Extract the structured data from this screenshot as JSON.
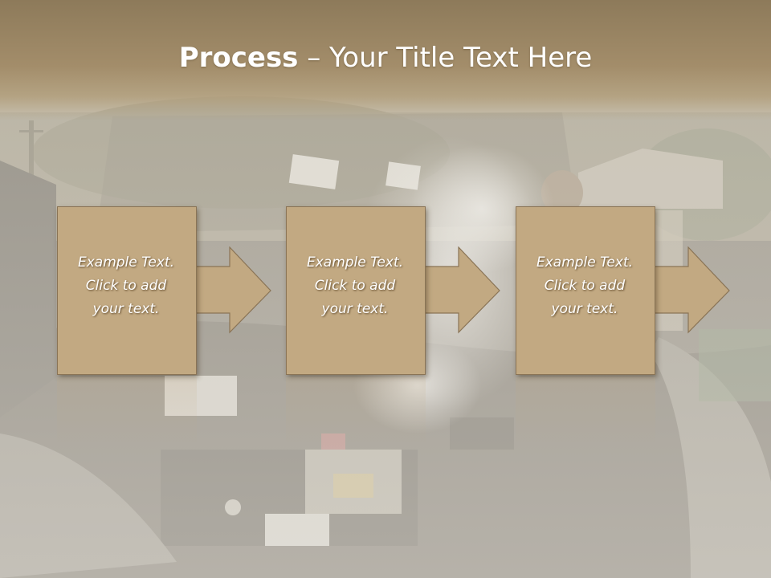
{
  "title": {
    "bold": "Process",
    "rest": " – Your Title Text Here"
  },
  "steps": [
    {
      "line1": "Example Text.",
      "line2": "Click  to add",
      "line3": "your text."
    },
    {
      "line1": "Example Text.",
      "line2": "Click  to add",
      "line3": "your text."
    },
    {
      "line1": "Example Text.",
      "line2": "Click  to add",
      "line3": "your text."
    }
  ],
  "colors": {
    "title_band": "#a38d6a",
    "box_fill": "#c2a982",
    "box_border": "#8a7456",
    "text": "#ffffff"
  },
  "icons": [
    "arrow-right"
  ]
}
